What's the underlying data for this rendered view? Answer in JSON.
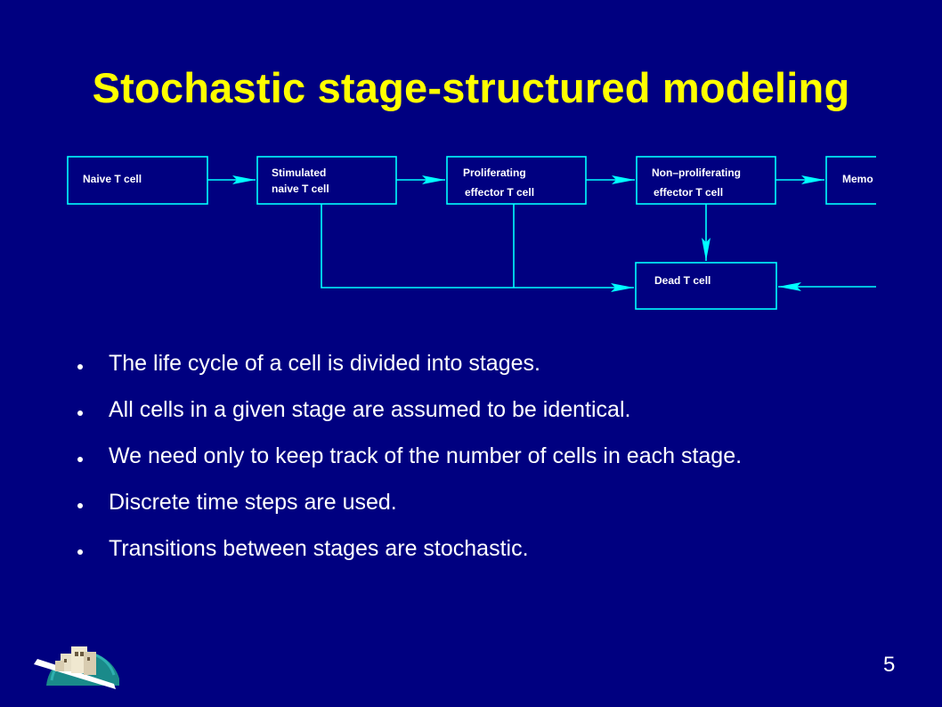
{
  "slide": {
    "title": "Stochastic stage-structured modeling",
    "page_number": "5"
  },
  "diagram": {
    "boxes": [
      {
        "id": "naive",
        "lines": [
          "Naive T cell"
        ]
      },
      {
        "id": "stimulated",
        "lines": [
          "Stimulated",
          "naive T cell"
        ]
      },
      {
        "id": "proliferating",
        "lines": [
          "Proliferating",
          "effector T cell"
        ]
      },
      {
        "id": "non-proliferating",
        "lines": [
          "Non–proliferating",
          "effector T cell"
        ]
      },
      {
        "id": "memory",
        "lines": [
          "Memo"
        ]
      },
      {
        "id": "dead",
        "lines": [
          "Dead T cell"
        ]
      }
    ],
    "line_color": "#00ffff"
  },
  "bullets": [
    "The life cycle of a cell is divided into stages.",
    "All cells in a given stage are assumed to be identical.",
    "We need only to keep track of the number of cells in each stage.",
    "Discrete time steps are used.",
    "Transitions between stages are stochastic."
  ],
  "colors": {
    "background": "#000080",
    "title": "#ffff00",
    "text": "#ffffff",
    "diagram_lines": "#00ffff"
  },
  "logo": {
    "icon": "university-building-logo"
  }
}
